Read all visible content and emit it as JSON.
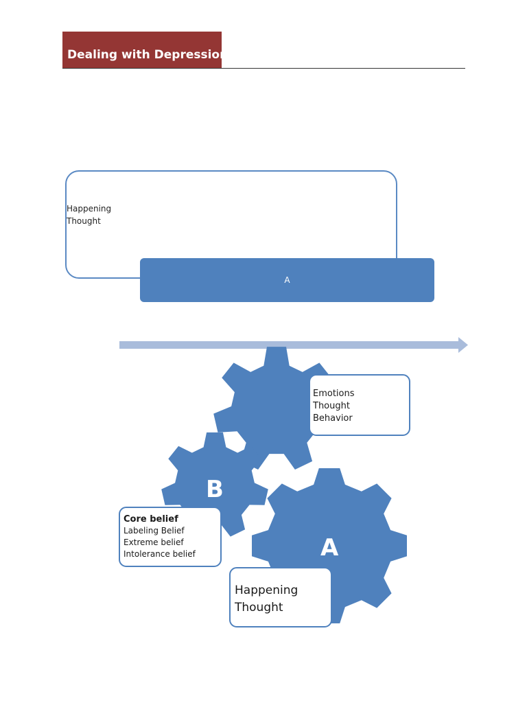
{
  "header": {
    "title": "Dealing with Depression"
  },
  "top_diagram": {
    "box_lines": [
      "Happening",
      "Thought"
    ],
    "bar_label": "A"
  },
  "gears": {
    "b_letter": "B",
    "a_letter": "A",
    "emotions_lines": [
      "Emotions",
      "Thought",
      "Behavior"
    ],
    "core_title": "Core belief",
    "core_lines": [
      "Labeling Belief",
      "Extreme belief",
      "Intolerance belief"
    ],
    "happening_lines": [
      "Happening",
      "Thought"
    ]
  },
  "colors": {
    "header_band": "#943634",
    "gear_fill": "#4f81bd",
    "arrow": "#a9bcdb",
    "outline": "#5a89c3"
  }
}
